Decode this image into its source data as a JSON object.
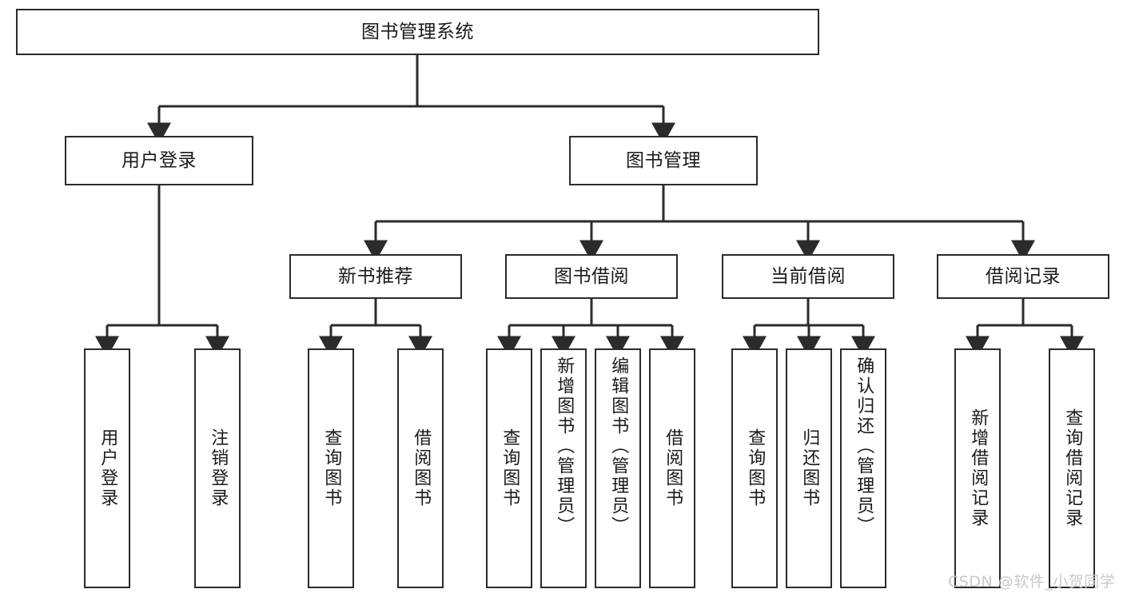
{
  "diagram": {
    "title": "图书管理系统",
    "type": "tree",
    "nodes": {
      "root": {
        "label": "图书管理系统"
      },
      "level2": [
        {
          "id": "user-login",
          "label": "用户登录"
        },
        {
          "id": "book-management",
          "label": "图书管理"
        }
      ],
      "level3": [
        {
          "id": "new-book-recommend",
          "label": "新书推荐"
        },
        {
          "id": "book-borrow",
          "label": "图书借阅"
        },
        {
          "id": "current-borrow",
          "label": "当前借阅"
        },
        {
          "id": "borrow-record",
          "label": "借阅记录"
        }
      ],
      "leaves": [
        {
          "id": "leaf-user-login",
          "label": "用户登录",
          "parent": "user-login"
        },
        {
          "id": "leaf-logout",
          "label": "注销登录",
          "parent": "user-login"
        },
        {
          "id": "leaf-query-book-1",
          "label": "查询图书",
          "parent": "new-book-recommend"
        },
        {
          "id": "leaf-borrow-book-1",
          "label": "借阅图书",
          "parent": "new-book-recommend"
        },
        {
          "id": "leaf-query-book-2",
          "label": "查询图书",
          "parent": "book-borrow"
        },
        {
          "id": "leaf-add-book",
          "label": "新增图书（管理员）",
          "parent": "book-borrow"
        },
        {
          "id": "leaf-edit-book",
          "label": "编辑图书（管理员）",
          "parent": "book-borrow"
        },
        {
          "id": "leaf-borrow-book-2",
          "label": "借阅图书",
          "parent": "book-borrow"
        },
        {
          "id": "leaf-query-book-3",
          "label": "查询图书",
          "parent": "current-borrow"
        },
        {
          "id": "leaf-return-book",
          "label": "归还图书",
          "parent": "current-borrow"
        },
        {
          "id": "leaf-confirm-return",
          "label": "确认归还（管理员）",
          "parent": "current-borrow"
        },
        {
          "id": "leaf-add-record",
          "label": "新增借阅记录",
          "parent": "borrow-record"
        },
        {
          "id": "leaf-query-record",
          "label": "查询借阅记录",
          "parent": "borrow-record"
        }
      ]
    },
    "watermark": "CSDN @软件_小贺同学",
    "colors": {
      "stroke": "#2b2b2b",
      "fill": "#ffffff",
      "text": "#1a1a1a",
      "watermark": "#c9c9c9"
    }
  }
}
